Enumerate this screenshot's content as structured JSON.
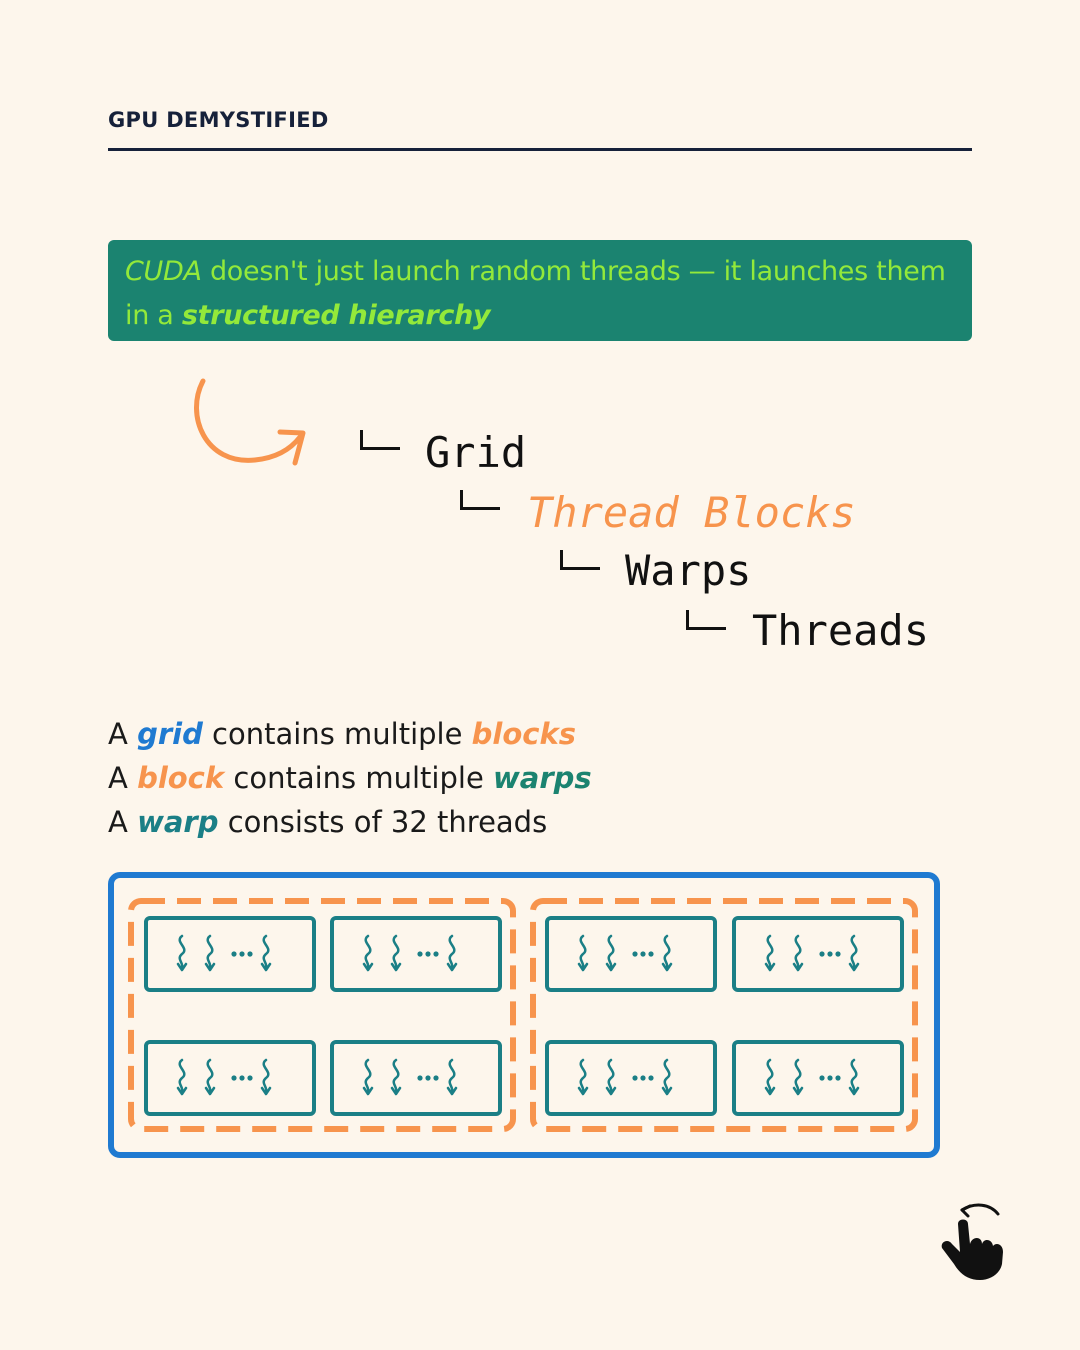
{
  "header": {
    "title": "GPU DEMYSTIFIED"
  },
  "callout": {
    "cuda": "CUDA",
    "rest1": " doesn't just launch random threads — it launches them in a ",
    "hierarchy": "structured hierarchy"
  },
  "hierarchy": {
    "grid": "Grid",
    "thread_blocks": "Thread Blocks",
    "warps": "Warps",
    "threads": "Threads"
  },
  "statements": [
    {
      "prefix": "A ",
      "term": "grid",
      "middle": " contains multiple ",
      "object": "blocks",
      "suffix": ""
    },
    {
      "prefix": "A ",
      "term": "block",
      "middle": " contains multiple ",
      "object": "warps",
      "suffix": ""
    },
    {
      "prefix": "A ",
      "term": "warp",
      "middle": " consists of 32 threads",
      "object": "",
      "suffix": ""
    }
  ],
  "colors": {
    "background": "#fdf6ec",
    "callout_bg": "#1b8370",
    "callout_text": "#93e93a",
    "grid_blue": "#1f7ad1",
    "block_orange": "#f7944d",
    "warp_teal": "#1b7f86"
  },
  "diagram": {
    "warp_glyph": "thread-squiggle-icon",
    "ellipsis": "..."
  },
  "icons": {
    "arrow": "curved-arrow-icon",
    "swipe": "swipe-hand-icon"
  }
}
